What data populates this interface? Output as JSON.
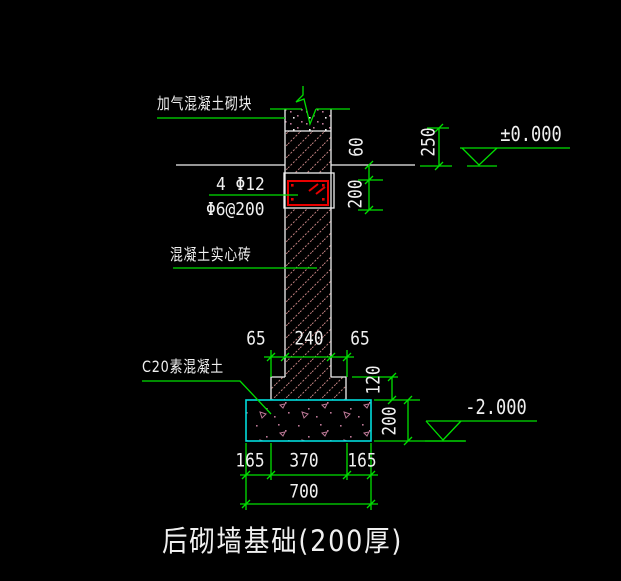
{
  "title": "后砌墙基础(200厚)",
  "labels": {
    "aerated_block": "加气混凝土砌块",
    "main_rebar": "4 Φ12",
    "stirrups": "Φ6@200",
    "solid_brick": "混凝土实心砖",
    "plain_concrete": "C20素混凝土"
  },
  "levels": {
    "ground": "±0.000",
    "foundation_bottom": "-2.000"
  },
  "dimensions": {
    "wall_top": [
      "65",
      "240",
      "65"
    ],
    "ground_to_beam": "60",
    "ring_beam_height": "200",
    "wall_above_ground": "250",
    "step_height": "120",
    "footing_height": "200",
    "footing_bottom": [
      "165",
      "370",
      "165"
    ],
    "footing_width": "700"
  },
  "colors": {
    "background": "#000000",
    "line_green": "#00e000",
    "outline_white": "#f0f0f0",
    "hatch_pink": "#bd7e7e",
    "stipple_pink": "#bb7795",
    "footing_cyan": "#00dcdc",
    "beam_red": "#e80000"
  }
}
